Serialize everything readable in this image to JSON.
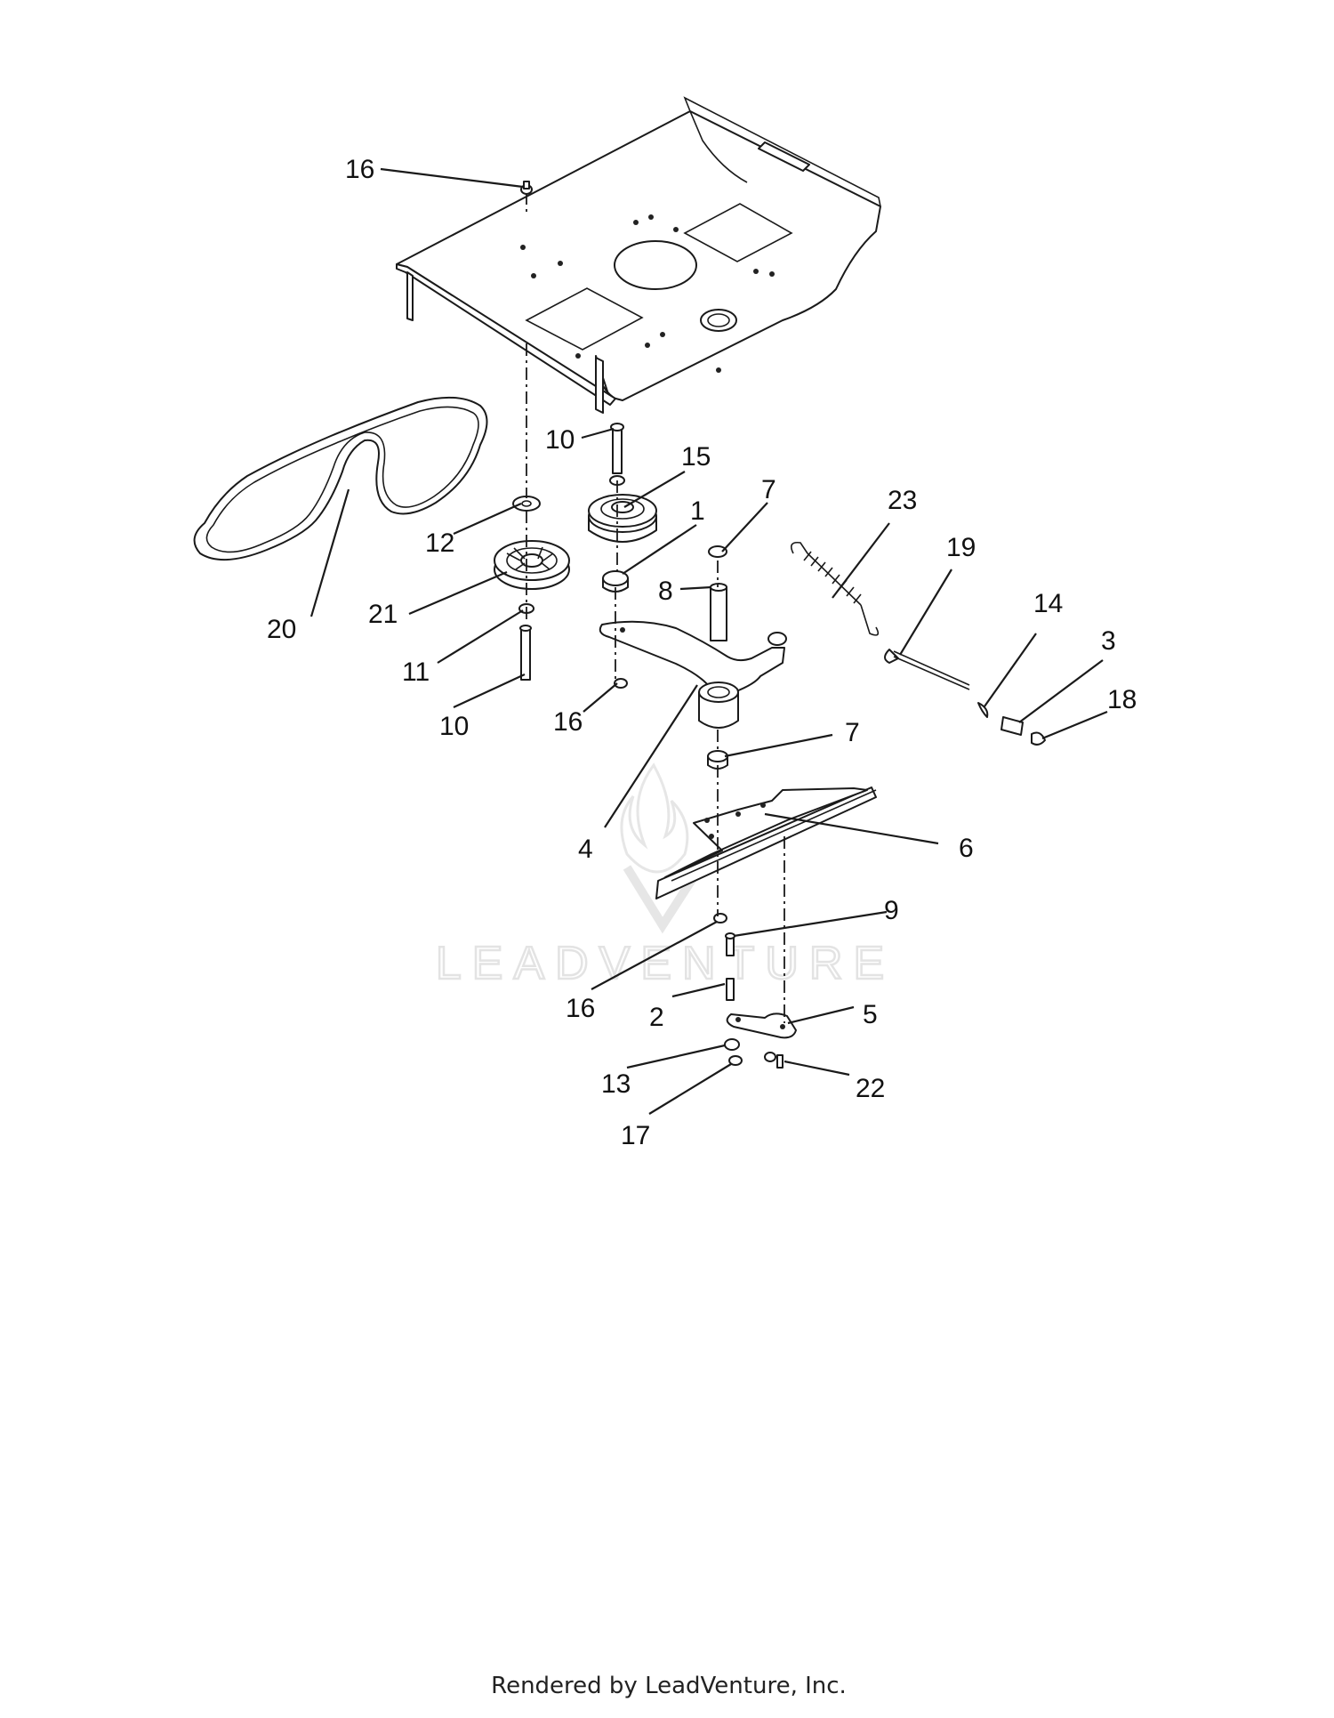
{
  "diagram": {
    "callouts": [
      {
        "id": "c16a",
        "label": "16"
      },
      {
        "id": "c10a",
        "label": "10"
      },
      {
        "id": "c15",
        "label": "15"
      },
      {
        "id": "c7a",
        "label": "7"
      },
      {
        "id": "c23",
        "label": "23"
      },
      {
        "id": "c19",
        "label": "19"
      },
      {
        "id": "c1",
        "label": "1"
      },
      {
        "id": "c12",
        "label": "12"
      },
      {
        "id": "c8",
        "label": "8"
      },
      {
        "id": "c14",
        "label": "14"
      },
      {
        "id": "c3",
        "label": "3"
      },
      {
        "id": "c18",
        "label": "18"
      },
      {
        "id": "c21",
        "label": "21"
      },
      {
        "id": "c20",
        "label": "20"
      },
      {
        "id": "c11",
        "label": "11"
      },
      {
        "id": "c10b",
        "label": "10"
      },
      {
        "id": "c16b",
        "label": "16"
      },
      {
        "id": "c7b",
        "label": "7"
      },
      {
        "id": "c4",
        "label": "4"
      },
      {
        "id": "c6",
        "label": "6"
      },
      {
        "id": "c9",
        "label": "9"
      },
      {
        "id": "c16c",
        "label": "16"
      },
      {
        "id": "c2",
        "label": "2"
      },
      {
        "id": "c5",
        "label": "5"
      },
      {
        "id": "c13",
        "label": "13"
      },
      {
        "id": "c22",
        "label": "22"
      },
      {
        "id": "c17",
        "label": "17"
      }
    ]
  },
  "watermark": {
    "text": "LEADVENTURE"
  },
  "footer": {
    "credit": "Rendered by LeadVenture, Inc."
  }
}
